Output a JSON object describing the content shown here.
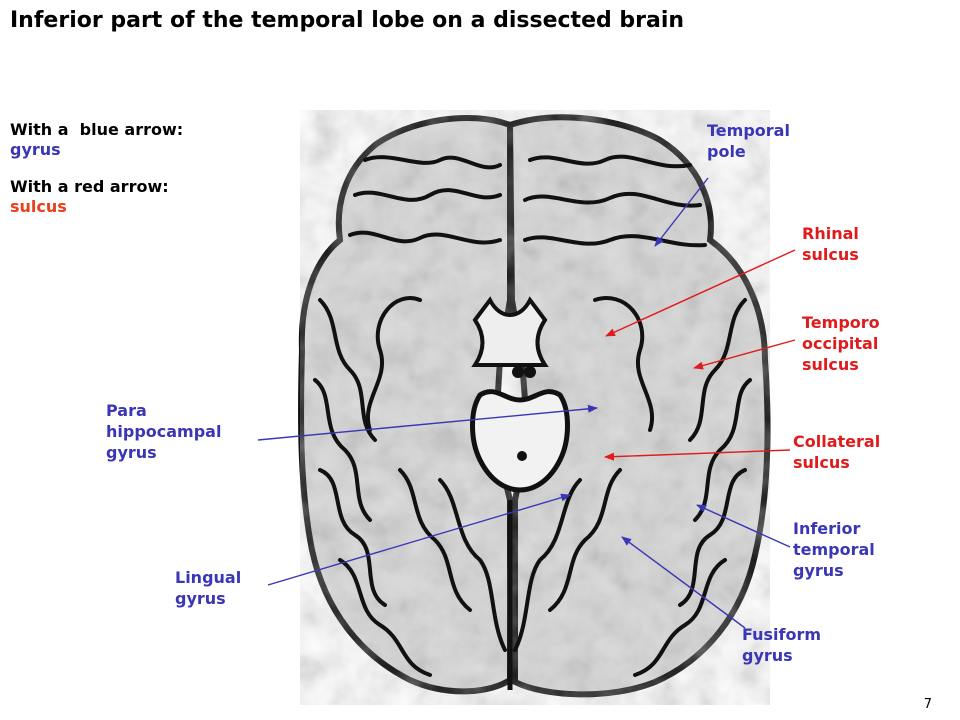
{
  "title": "Inferior part of the temporal lobe on a dissected brain",
  "legend": {
    "blue_key": "With a  blue arrow:",
    "blue_value": "gyrus",
    "red_key": "With a red arrow:",
    "red_value": "sulcus"
  },
  "labels": {
    "temporal_pole": "Temporal\npole",
    "rhinal_sulcus": "Rhinal\nsulcus",
    "temporo_occipital_sulcus": "Temporo\noccipital\nsulcus",
    "collateral_sulcus": "Collateral\nsulcus",
    "inferior_temporal_gyrus": "Inferior\ntemporal\ngyrus",
    "fusiform_gyrus": "Fusiform\ngyrus",
    "parahippocampal_gyrus": "Para\nhippocampal\ngyrus",
    "lingual_gyrus": "Lingual\ngyrus"
  },
  "page_number": "7",
  "colors": {
    "gyrus_arrow": "#3a36b5",
    "sulcus_arrow": "#e11b1b"
  }
}
